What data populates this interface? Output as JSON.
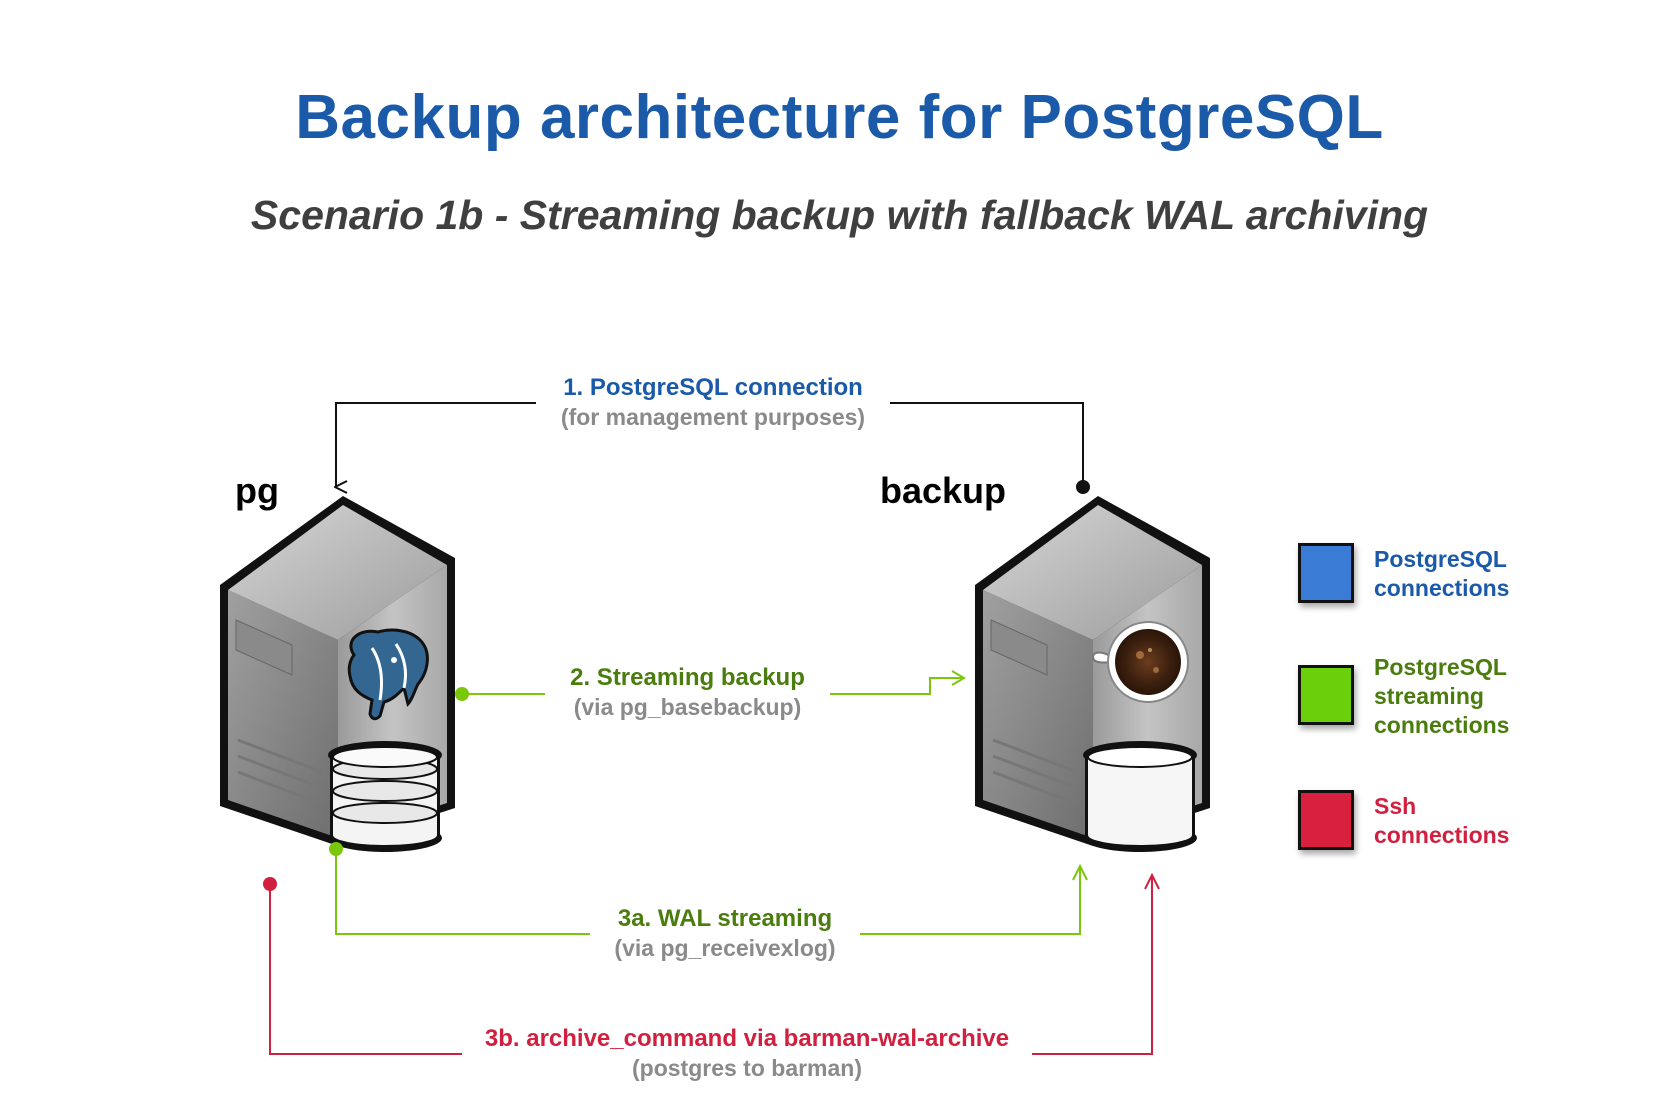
{
  "title": "Backup architecture for PostgreSQL",
  "subtitle": "Scenario 1b - Streaming backup with fallback WAL archiving",
  "servers": {
    "pg": {
      "label": "pg",
      "icon": "elephant-icon"
    },
    "backup": {
      "label": "backup",
      "icon": "coffee-cup-icon"
    }
  },
  "connections": [
    {
      "id": "mgmt",
      "main": "1. PostgreSQL connection",
      "sub": "(for management purposes)",
      "color": "#1a5aa8"
    },
    {
      "id": "streaming",
      "main": "2. Streaming backup",
      "sub": "(via pg_basebackup)",
      "color": "#7ac70c"
    },
    {
      "id": "walstream",
      "main": "3a. WAL streaming",
      "sub": "(via pg_receivexlog)",
      "color": "#7ac70c"
    },
    {
      "id": "archive",
      "main": "3b. archive_command via barman-wal-archive",
      "sub": "(postgres to barman)",
      "color": "#d1203f"
    }
  ],
  "legend": [
    {
      "label": "PostgreSQL\nconnections",
      "color": "#3a7bd5",
      "text_color": "#1a5aa8"
    },
    {
      "label": "PostgreSQL\nstreaming\nconnections",
      "color": "#6ccf0c",
      "text_color": "#4a7c0e"
    },
    {
      "label": "Ssh\nconnections",
      "color": "#d9213f",
      "text_color": "#d1203f"
    }
  ]
}
